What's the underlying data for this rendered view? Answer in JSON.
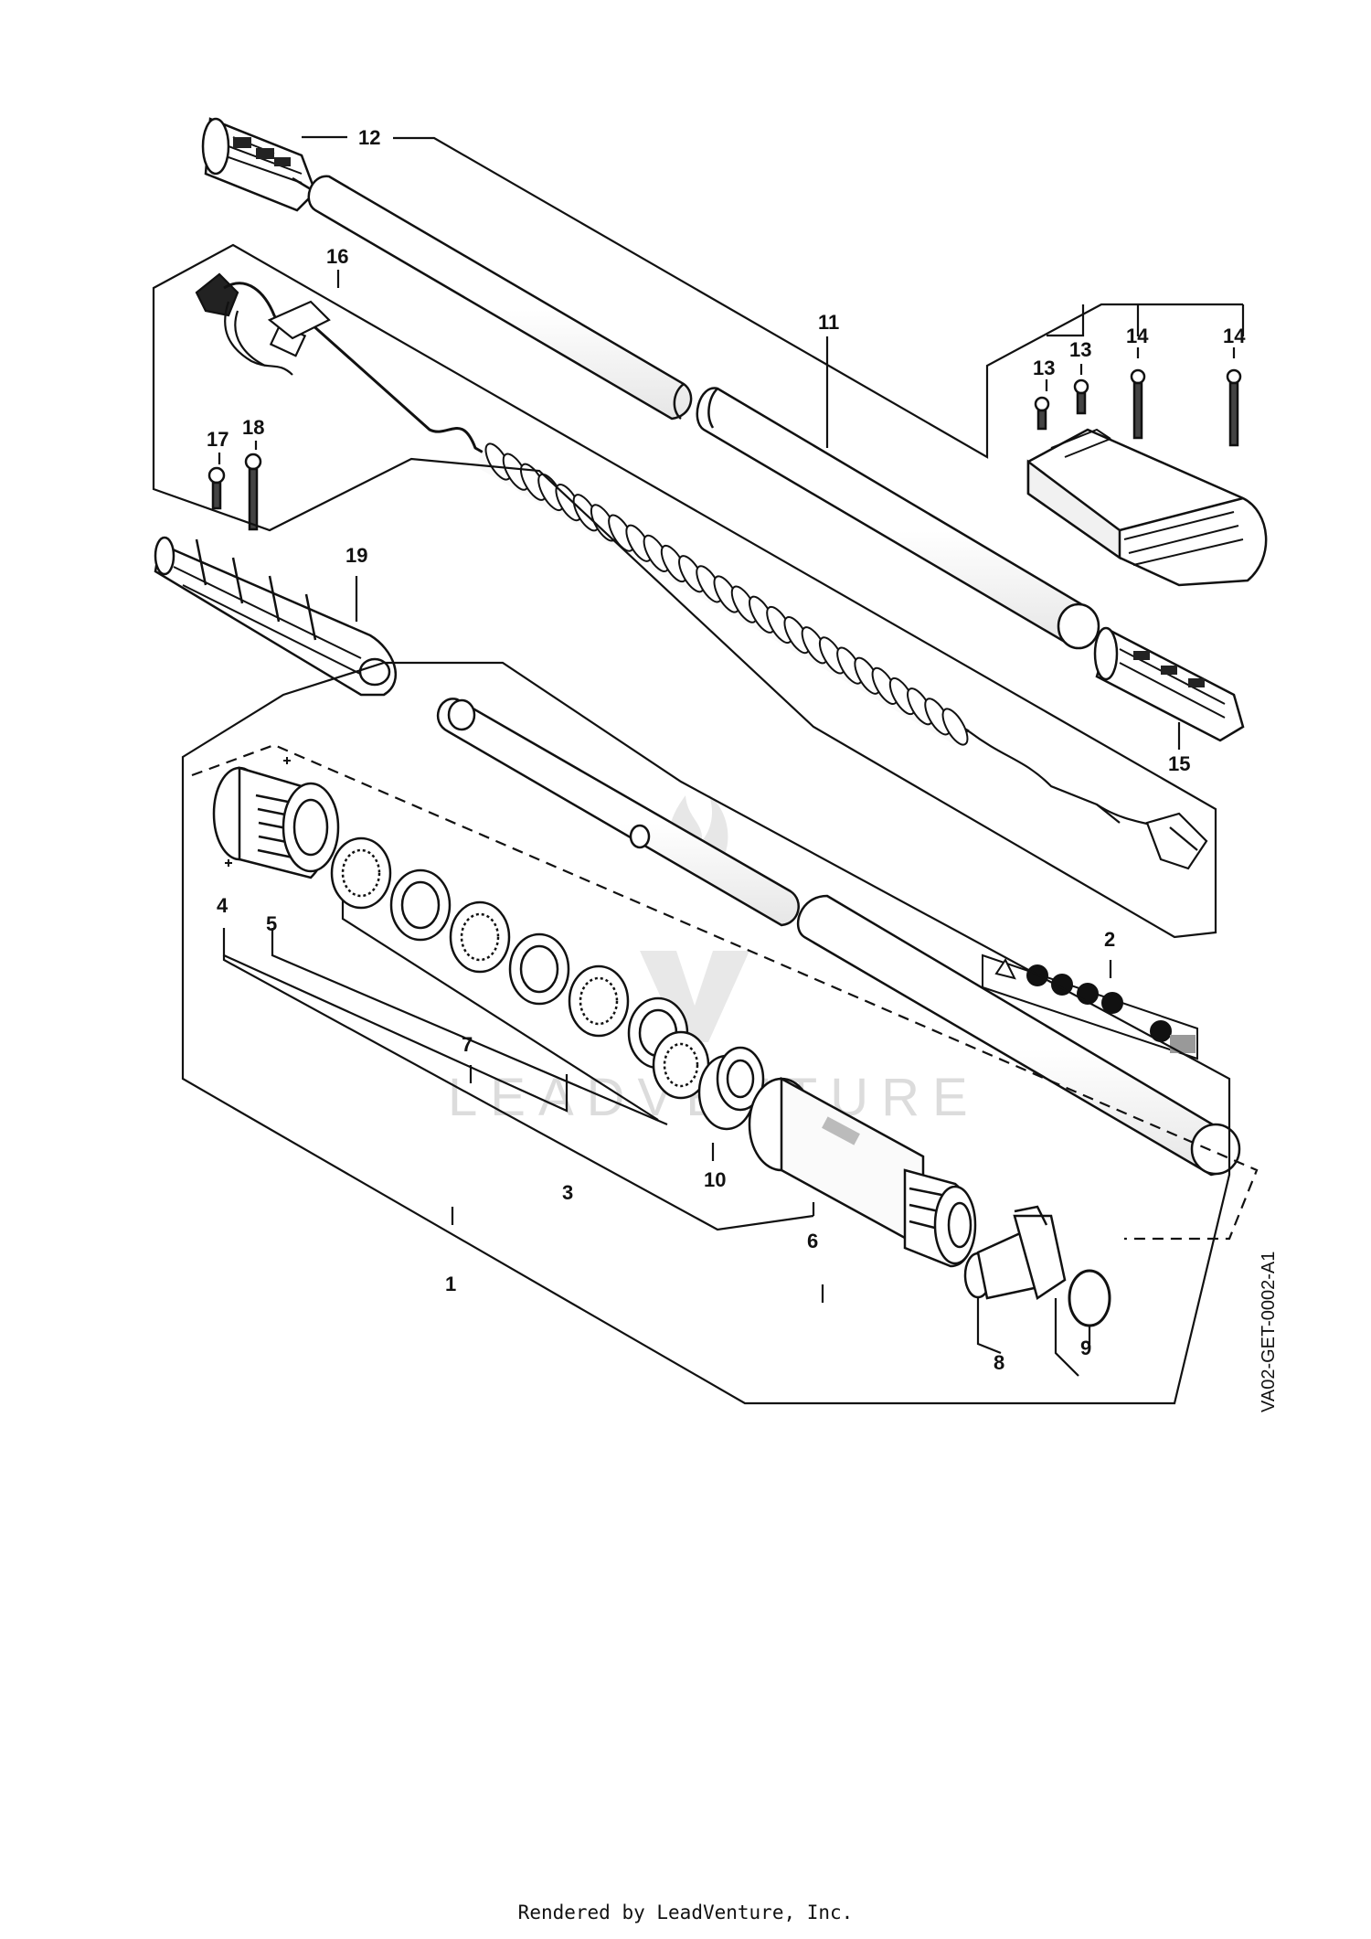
{
  "diagram": {
    "drawing_code": "VA02-GET-0002-A1",
    "watermark": "LEADVENTURE",
    "callouts": [
      {
        "id": "c12",
        "label": "12"
      },
      {
        "id": "c16",
        "label": "16"
      },
      {
        "id": "c11",
        "label": "11"
      },
      {
        "id": "c13a",
        "label": "13"
      },
      {
        "id": "c13b",
        "label": "13"
      },
      {
        "id": "c14a",
        "label": "14"
      },
      {
        "id": "c14b",
        "label": "14"
      },
      {
        "id": "c17",
        "label": "17"
      },
      {
        "id": "c18",
        "label": "18"
      },
      {
        "id": "c19",
        "label": "19"
      },
      {
        "id": "c15",
        "label": "15"
      },
      {
        "id": "c2",
        "label": "2"
      },
      {
        "id": "c4",
        "label": "4"
      },
      {
        "id": "c5",
        "label": "5"
      },
      {
        "id": "c7",
        "label": "7"
      },
      {
        "id": "c3",
        "label": "3"
      },
      {
        "id": "c10",
        "label": "10"
      },
      {
        "id": "c6",
        "label": "6"
      },
      {
        "id": "c1",
        "label": "1"
      },
      {
        "id": "c8",
        "label": "8"
      },
      {
        "id": "c9",
        "label": "9"
      }
    ]
  },
  "footer": {
    "text": "Rendered by LeadVenture, Inc."
  }
}
